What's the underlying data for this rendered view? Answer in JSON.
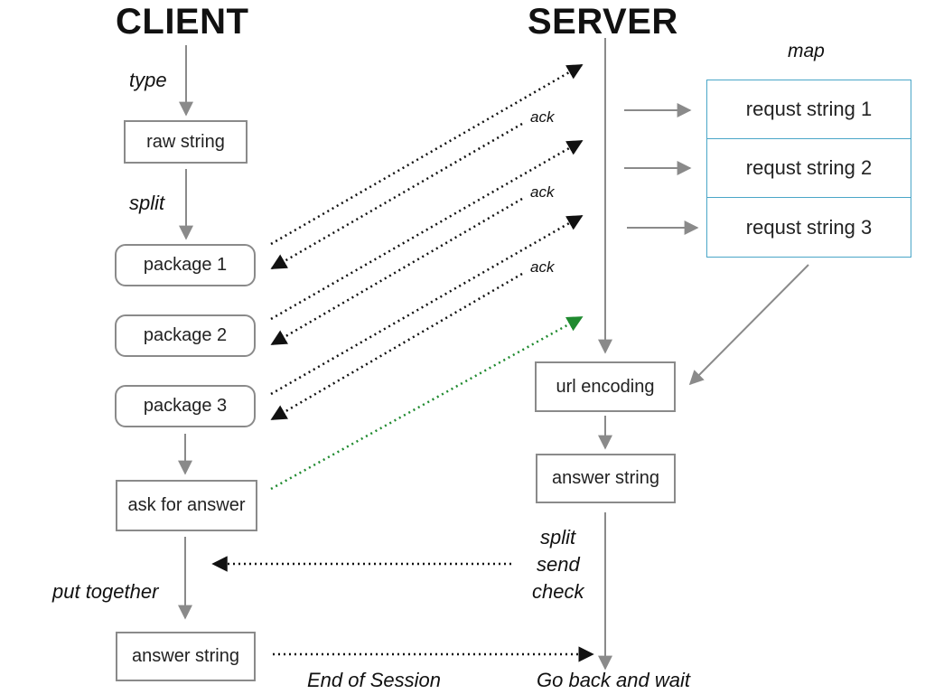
{
  "headings": {
    "client": "CLIENT",
    "server": "SERVER"
  },
  "client": {
    "type_label": "type",
    "raw_string": "raw string",
    "split_label": "split",
    "packages": [
      "package 1",
      "package 2",
      "package 3"
    ],
    "ask_for_answer": "ask for answer",
    "put_together_label": "put together",
    "answer_string": "answer string"
  },
  "acks": [
    "ack",
    "ack",
    "ack"
  ],
  "map": {
    "label": "map",
    "rows": [
      "requst string 1",
      "requst string 2",
      "requst string 3"
    ]
  },
  "server": {
    "url_encoding": "url encoding",
    "answer_string": "answer string",
    "split_label": "split",
    "send_label": "send",
    "check_label": "check"
  },
  "footer": {
    "end_of_session": "End of Session",
    "go_back": "Go back and wait"
  },
  "colors": {
    "arrow": "#8a8a8a",
    "dotted": "#111111",
    "green": "#1f8a2f",
    "map_border": "#4aa6c8"
  }
}
